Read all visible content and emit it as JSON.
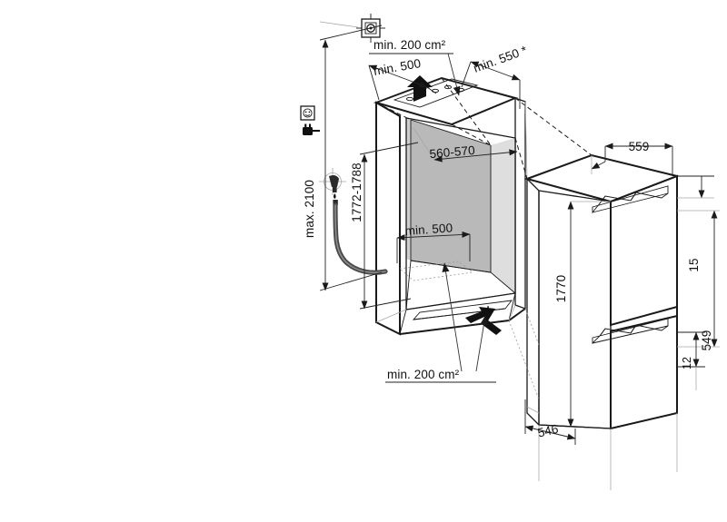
{
  "diagram": {
    "title": "Built-in fridge-freezer niche installation drawing",
    "background_color": "#ffffff",
    "line_color": "#1a1a1a",
    "shade_dark": "#b9b9b9",
    "shade_mid": "#cfcfcf",
    "shade_light": "#dedede",
    "shade_panel": "#ededed"
  },
  "dimensions": {
    "ventilation_top_area": "min. 200 cm²",
    "ventilation_top_width": "min. 500",
    "niche_depth_top": "min. 550 *",
    "socket_max_height": "max. 2100",
    "niche_height": "1772-1788",
    "niche_width": "560-570",
    "clearance_rear": "min. 500",
    "ventilation_bottom_area": "min. 200 cm²",
    "appliance_width": "559",
    "appliance_height": "1770",
    "door_gap_top": "15",
    "lower_door_height": "549",
    "plinth_gap": "12",
    "appliance_depth": "546"
  },
  "symbols": {
    "socket_outlet": "socket-outlet-symbol",
    "power_plug": "power-plug-symbol",
    "water_connection": "water-valve-symbol",
    "airflow_up": "airflow-arrow-up",
    "airflow_in": "airflow-arrow-in"
  },
  "notes": {
    "asterisk": "*"
  }
}
